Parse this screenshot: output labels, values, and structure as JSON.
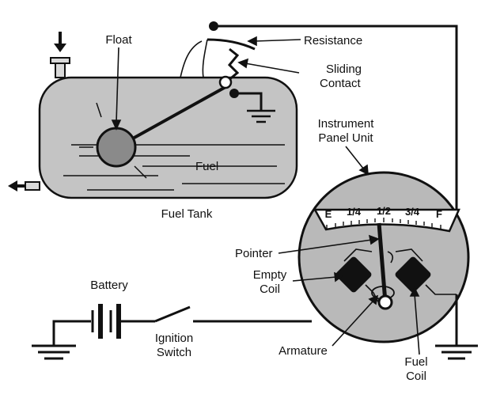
{
  "labels": {
    "float": "Float",
    "resistance": "Resistance",
    "sliding_contact_1": "Sliding",
    "sliding_contact_2": "Contact",
    "fuel": "Fuel",
    "fuel_tank": "Fuel Tank",
    "instrument_panel_1": "Instrument",
    "instrument_panel_2": "Panel Unit",
    "pointer": "Pointer",
    "empty_coil_1": "Empty",
    "empty_coil_2": "Coil",
    "battery": "Battery",
    "ignition_switch_1": "Ignition",
    "ignition_switch_2": "Switch",
    "armature": "Armature",
    "fuel_coil_1": "Fuel",
    "fuel_coil_2": "Coil"
  },
  "dial": {
    "e": "E",
    "quarter": "1/4",
    "half": "1/2",
    "three_quarter": "3/4",
    "f": "F"
  },
  "colors": {
    "tank": "#c4c4c4",
    "gauge": "#b9b9b9",
    "float": "#8a8a8a",
    "ink": "#111111"
  }
}
